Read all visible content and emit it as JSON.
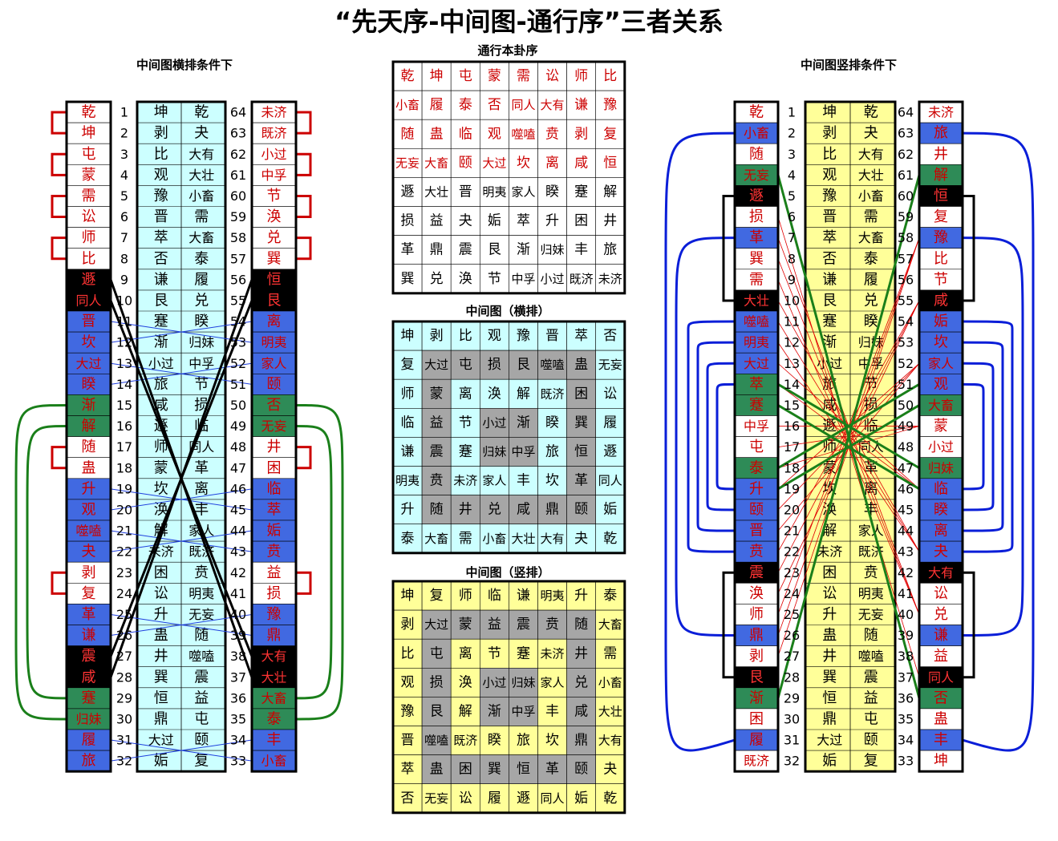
{
  "title": "“先天序-中间图-通行序”三者关系",
  "left_panel": {
    "subtitle": "中间图横排条件下",
    "left_col": [
      "乾",
      "坤",
      "屯",
      "蒙",
      "需",
      "讼",
      "师",
      "比",
      "遯",
      "同人",
      "晋",
      "坎",
      "大过",
      "睽",
      "渐",
      "解",
      "随",
      "蛊",
      "升",
      "观",
      "噬嗑",
      "夬",
      "剥",
      "复",
      "革",
      "谦",
      "震",
      "咸",
      "蹇",
      "归妹",
      "履",
      "旅"
    ],
    "left_bg": [
      "white",
      "white",
      "white",
      "white",
      "white",
      "white",
      "white",
      "white",
      "black",
      "black",
      "blue",
      "blue",
      "blue",
      "blue",
      "green",
      "green",
      "white",
      "white",
      "blue",
      "blue",
      "blue",
      "blue",
      "white",
      "white",
      "blue",
      "blue",
      "black",
      "black",
      "green",
      "green",
      "blue",
      "blue"
    ],
    "center_a": [
      "坤",
      "剥",
      "比",
      "观",
      "豫",
      "晋",
      "萃",
      "否",
      "谦",
      "艮",
      "蹇",
      "渐",
      "小过",
      "旅",
      "咸",
      "遯",
      "师",
      "蒙",
      "坎",
      "涣",
      "解",
      "未济",
      "困",
      "讼",
      "升",
      "蛊",
      "井",
      "巽",
      "恒",
      "鼎",
      "大过",
      "姤"
    ],
    "center_b": [
      "乾",
      "夬",
      "大有",
      "大壮",
      "小畜",
      "需",
      "大畜",
      "泰",
      "履",
      "兑",
      "睽",
      "归妹",
      "中孚",
      "节",
      "损",
      "临",
      "同人",
      "革",
      "离",
      "丰",
      "家人",
      "既济",
      "贲",
      "明夷",
      "无妄",
      "随",
      "噬嗑",
      "震",
      "益",
      "屯",
      "颐",
      "复"
    ],
    "right_col": [
      "未济",
      "既济",
      "小过",
      "中孚",
      "节",
      "涣",
      "兑",
      "巽",
      "恒",
      "艮",
      "离",
      "明夷",
      "家人",
      "颐",
      "否",
      "无妄",
      "井",
      "困",
      "临",
      "萃",
      "姤",
      "贲",
      "益",
      "损",
      "豫",
      "鼎",
      "大有",
      "大壮",
      "大畜",
      "泰",
      "丰",
      "小畜"
    ],
    "right_bg": [
      "white",
      "white",
      "white",
      "white",
      "white",
      "white",
      "white",
      "white",
      "black",
      "black",
      "blue",
      "blue",
      "blue",
      "blue",
      "green",
      "green",
      "white",
      "white",
      "blue",
      "blue",
      "blue",
      "blue",
      "white",
      "white",
      "blue",
      "blue",
      "black",
      "black",
      "green",
      "green",
      "blue",
      "blue"
    ]
  },
  "right_panel": {
    "subtitle": "中间图竖排条件下",
    "left_col": [
      "乾",
      "小畜",
      "随",
      "无妄",
      "遯",
      "损",
      "革",
      "巽",
      "需",
      "大壮",
      "噬嗑",
      "明夷",
      "大过",
      "萃",
      "蹇",
      "中孚",
      "屯",
      "泰",
      "升",
      "颐",
      "晋",
      "贲",
      "震",
      "涣",
      "师",
      "鼎",
      "剥",
      "艮",
      "渐",
      "困",
      "履",
      "既济"
    ],
    "left_bg": [
      "white",
      "blue",
      "white",
      "green",
      "black",
      "white",
      "blue",
      "white",
      "white",
      "black",
      "blue",
      "blue",
      "blue",
      "green",
      "green",
      "white",
      "white",
      "green",
      "blue",
      "blue",
      "blue",
      "blue",
      "black",
      "white",
      "white",
      "blue",
      "white",
      "black",
      "green",
      "white",
      "blue",
      "white"
    ],
    "center_a": [
      "坤",
      "剥",
      "比",
      "观",
      "豫",
      "晋",
      "萃",
      "否",
      "谦",
      "艮",
      "蹇",
      "渐",
      "小过",
      "旅",
      "咸",
      "遯",
      "师",
      "蒙",
      "坎",
      "涣",
      "解",
      "未济",
      "困",
      "讼",
      "升",
      "蛊",
      "井",
      "巽",
      "恒",
      "鼎",
      "大过",
      "姤"
    ],
    "center_b": [
      "乾",
      "夬",
      "大有",
      "大壮",
      "小畜",
      "需",
      "大畜",
      "泰",
      "履",
      "兑",
      "睽",
      "归妹",
      "中孚",
      "节",
      "损",
      "临",
      "同人",
      "革",
      "离",
      "丰",
      "家人",
      "既济",
      "贲",
      "明夷",
      "无妄",
      "随",
      "噬嗑",
      "震",
      "益",
      "屯",
      "颐",
      "复"
    ],
    "right_col": [
      "未济",
      "旅",
      "井",
      "解",
      "恒",
      "复",
      "豫",
      "比",
      "节",
      "咸",
      "姤",
      "坎",
      "家人",
      "观",
      "大畜",
      "蒙",
      "小过",
      "归妹",
      "临",
      "睽",
      "离",
      "夬",
      "大有",
      "讼",
      "兑",
      "谦",
      "益",
      "同人",
      "否",
      "蛊",
      "丰",
      "坤"
    ],
    "right_bg": [
      "white",
      "blue",
      "white",
      "green",
      "black",
      "white",
      "blue",
      "white",
      "white",
      "black",
      "blue",
      "blue",
      "blue",
      "blue",
      "green",
      "white",
      "white",
      "green",
      "blue",
      "blue",
      "blue",
      "blue",
      "black",
      "white",
      "white",
      "blue",
      "white",
      "black",
      "green",
      "white",
      "blue",
      "white"
    ]
  },
  "tongxing": {
    "subtitle": "通行本卦序",
    "rows": [
      [
        "乾",
        "坤",
        "屯",
        "蒙",
        "需",
        "讼",
        "师",
        "比"
      ],
      [
        "小畜",
        "履",
        "泰",
        "否",
        "同人",
        "大有",
        "谦",
        "豫"
      ],
      [
        "随",
        "蛊",
        "临",
        "观",
        "噬嗑",
        "贲",
        "剥",
        "复"
      ],
      [
        "无妄",
        "大畜",
        "颐",
        "大过",
        "坎",
        "离",
        "咸",
        "恒"
      ],
      [
        "遯",
        "大壮",
        "晋",
        "明夷",
        "家人",
        "睽",
        "蹇",
        "解"
      ],
      [
        "损",
        "益",
        "夬",
        "姤",
        "萃",
        "升",
        "困",
        "井"
      ],
      [
        "革",
        "鼎",
        "震",
        "艮",
        "渐",
        "归妹",
        "丰",
        "旅"
      ],
      [
        "巽",
        "兑",
        "涣",
        "节",
        "中孚",
        "小过",
        "既济",
        "未济"
      ]
    ]
  },
  "hengpai": {
    "subtitle": "中间图（横排）",
    "rows": [
      [
        "坤",
        "剥",
        "比",
        "观",
        "豫",
        "晋",
        "萃",
        "否"
      ],
      [
        "复",
        "大过",
        "屯",
        "损",
        "艮",
        "噬嗑",
        "蛊",
        "无妄"
      ],
      [
        "师",
        "蒙",
        "离",
        "涣",
        "解",
        "既济",
        "困",
        "讼"
      ],
      [
        "临",
        "益",
        "节",
        "小过",
        "渐",
        "睽",
        "巽",
        "履"
      ],
      [
        "谦",
        "震",
        "蹇",
        "归妹",
        "中孚",
        "旅",
        "恒",
        "遯"
      ],
      [
        "明夷",
        "贲",
        "未济",
        "家人",
        "丰",
        "坎",
        "革",
        "同人"
      ],
      [
        "升",
        "随",
        "井",
        "兑",
        "咸",
        "鼎",
        "颐",
        "姤"
      ],
      [
        "泰",
        "大畜",
        "需",
        "小畜",
        "大壮",
        "大有",
        "夬",
        "乾"
      ]
    ]
  },
  "shupai": {
    "subtitle": "中间图（竖排）",
    "rows": [
      [
        "坤",
        "复",
        "师",
        "临",
        "谦",
        "明夷",
        "升",
        "泰"
      ],
      [
        "剥",
        "大过",
        "蒙",
        "益",
        "震",
        "贲",
        "随",
        "大畜"
      ],
      [
        "比",
        "屯",
        "离",
        "节",
        "蹇",
        "未济",
        "井",
        "需"
      ],
      [
        "观",
        "损",
        "涣",
        "小过",
        "归妹",
        "家人",
        "兑",
        "小畜"
      ],
      [
        "豫",
        "艮",
        "解",
        "渐",
        "中孚",
        "丰",
        "咸",
        "大壮"
      ],
      [
        "晋",
        "噬嗑",
        "既济",
        "睽",
        "旅",
        "坎",
        "鼎",
        "大有"
      ],
      [
        "萃",
        "蛊",
        "困",
        "巽",
        "恒",
        "革",
        "颐",
        "夬"
      ],
      [
        "否",
        "无妄",
        "讼",
        "履",
        "遯",
        "同人",
        "姤",
        "乾"
      ]
    ]
  },
  "colors": {
    "red": "#cc0000",
    "blue": "#4169e1",
    "green": "#2e8b57",
    "black": "#000000",
    "cyan": "#ccffff",
    "yellow": "#ffff99",
    "gray": "#a6a6a6",
    "grid_light": "#ccffff",
    "grid_yellow": "#ffff99"
  }
}
